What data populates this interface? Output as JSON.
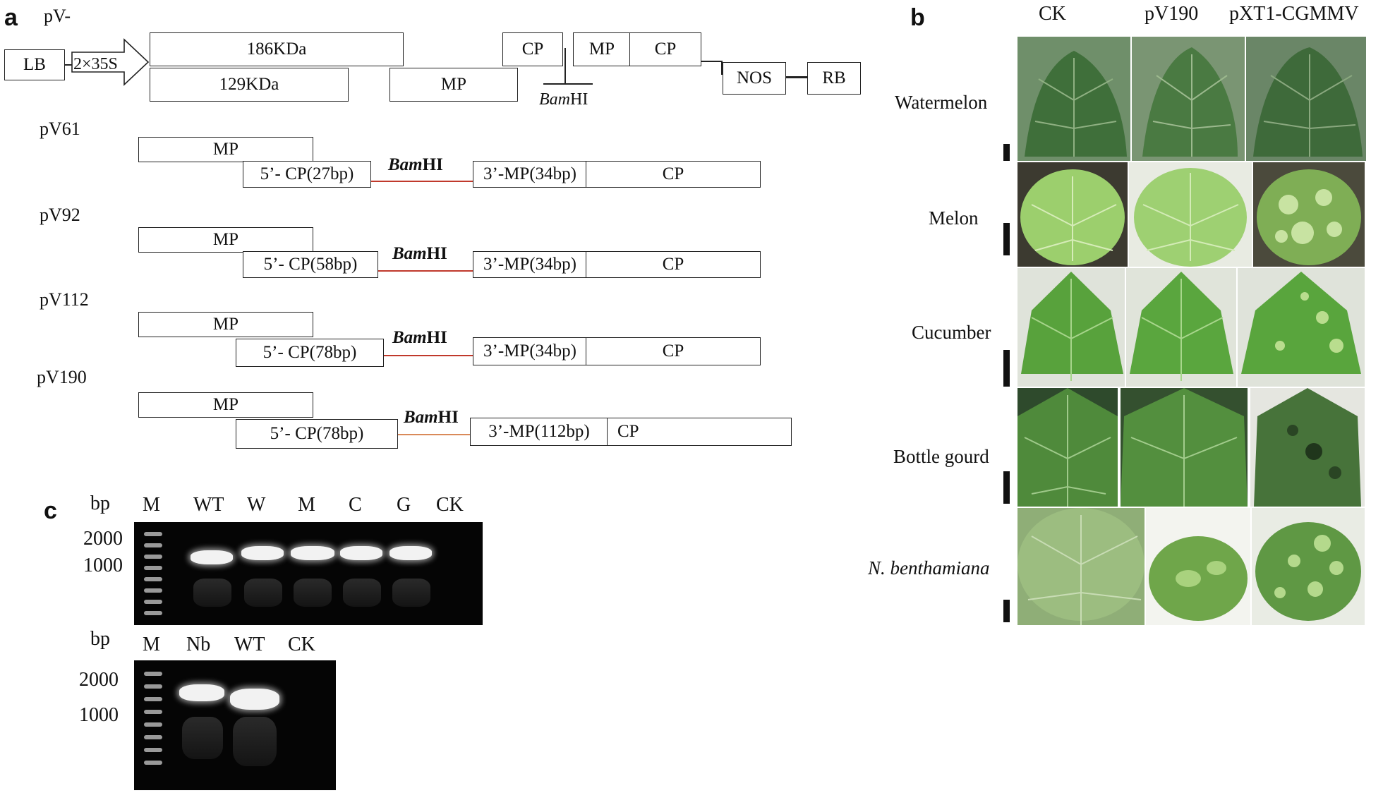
{
  "panels": {
    "a": "a",
    "b": "b",
    "c": "c"
  },
  "panel_a": {
    "vector_prefix": "pV-",
    "top": {
      "lb": "LB",
      "promoter": "2×35S",
      "p186": "186KDa",
      "p129": "129KDa",
      "cp1": "CP",
      "mp1": "MP",
      "mp2": "MP",
      "cp2": "CP",
      "nos": "NOS",
      "rb": "RB",
      "bamhi_italic": "Bam",
      "bamhi_rest": "HI"
    },
    "constructs": [
      {
        "name": "pV61",
        "mp": "MP",
        "cp5": "5’- CP(27bp)",
        "mp3": "3’-MP(34bp)",
        "cp": "CP"
      },
      {
        "name": "pV92",
        "mp": "MP",
        "cp5": "5’- CP(58bp)",
        "mp3": "3’-MP(34bp)",
        "cp": "CP"
      },
      {
        "name": "pV112",
        "mp": "MP",
        "cp5": "5’- CP(78bp)",
        "mp3": "3’-MP(34bp)",
        "cp": "CP"
      },
      {
        "name": "pV190",
        "mp": "MP",
        "cp5": "5’- CP(78bp)",
        "mp3": "3’-MP(112bp)",
        "cp": "CP"
      }
    ],
    "bamhi": {
      "italic": "Bam",
      "rest": "HI"
    }
  },
  "panel_b": {
    "columns": [
      "CK",
      "pV190",
      "pXT1-CGMMV"
    ],
    "rows": [
      "Watermelon",
      "Melon",
      "Cucumber",
      "Bottle gourd",
      "N. benthamiana"
    ]
  },
  "panel_c": {
    "gel1": {
      "bp": "bp",
      "lanes": [
        "M",
        "WT",
        "W",
        "M",
        "C",
        "G",
        "CK"
      ],
      "markers": [
        "2000",
        "1000"
      ]
    },
    "gel2": {
      "bp": "bp",
      "lanes": [
        "M",
        "Nb",
        "WT",
        "CK"
      ],
      "markers": [
        "2000",
        "1000"
      ]
    }
  }
}
